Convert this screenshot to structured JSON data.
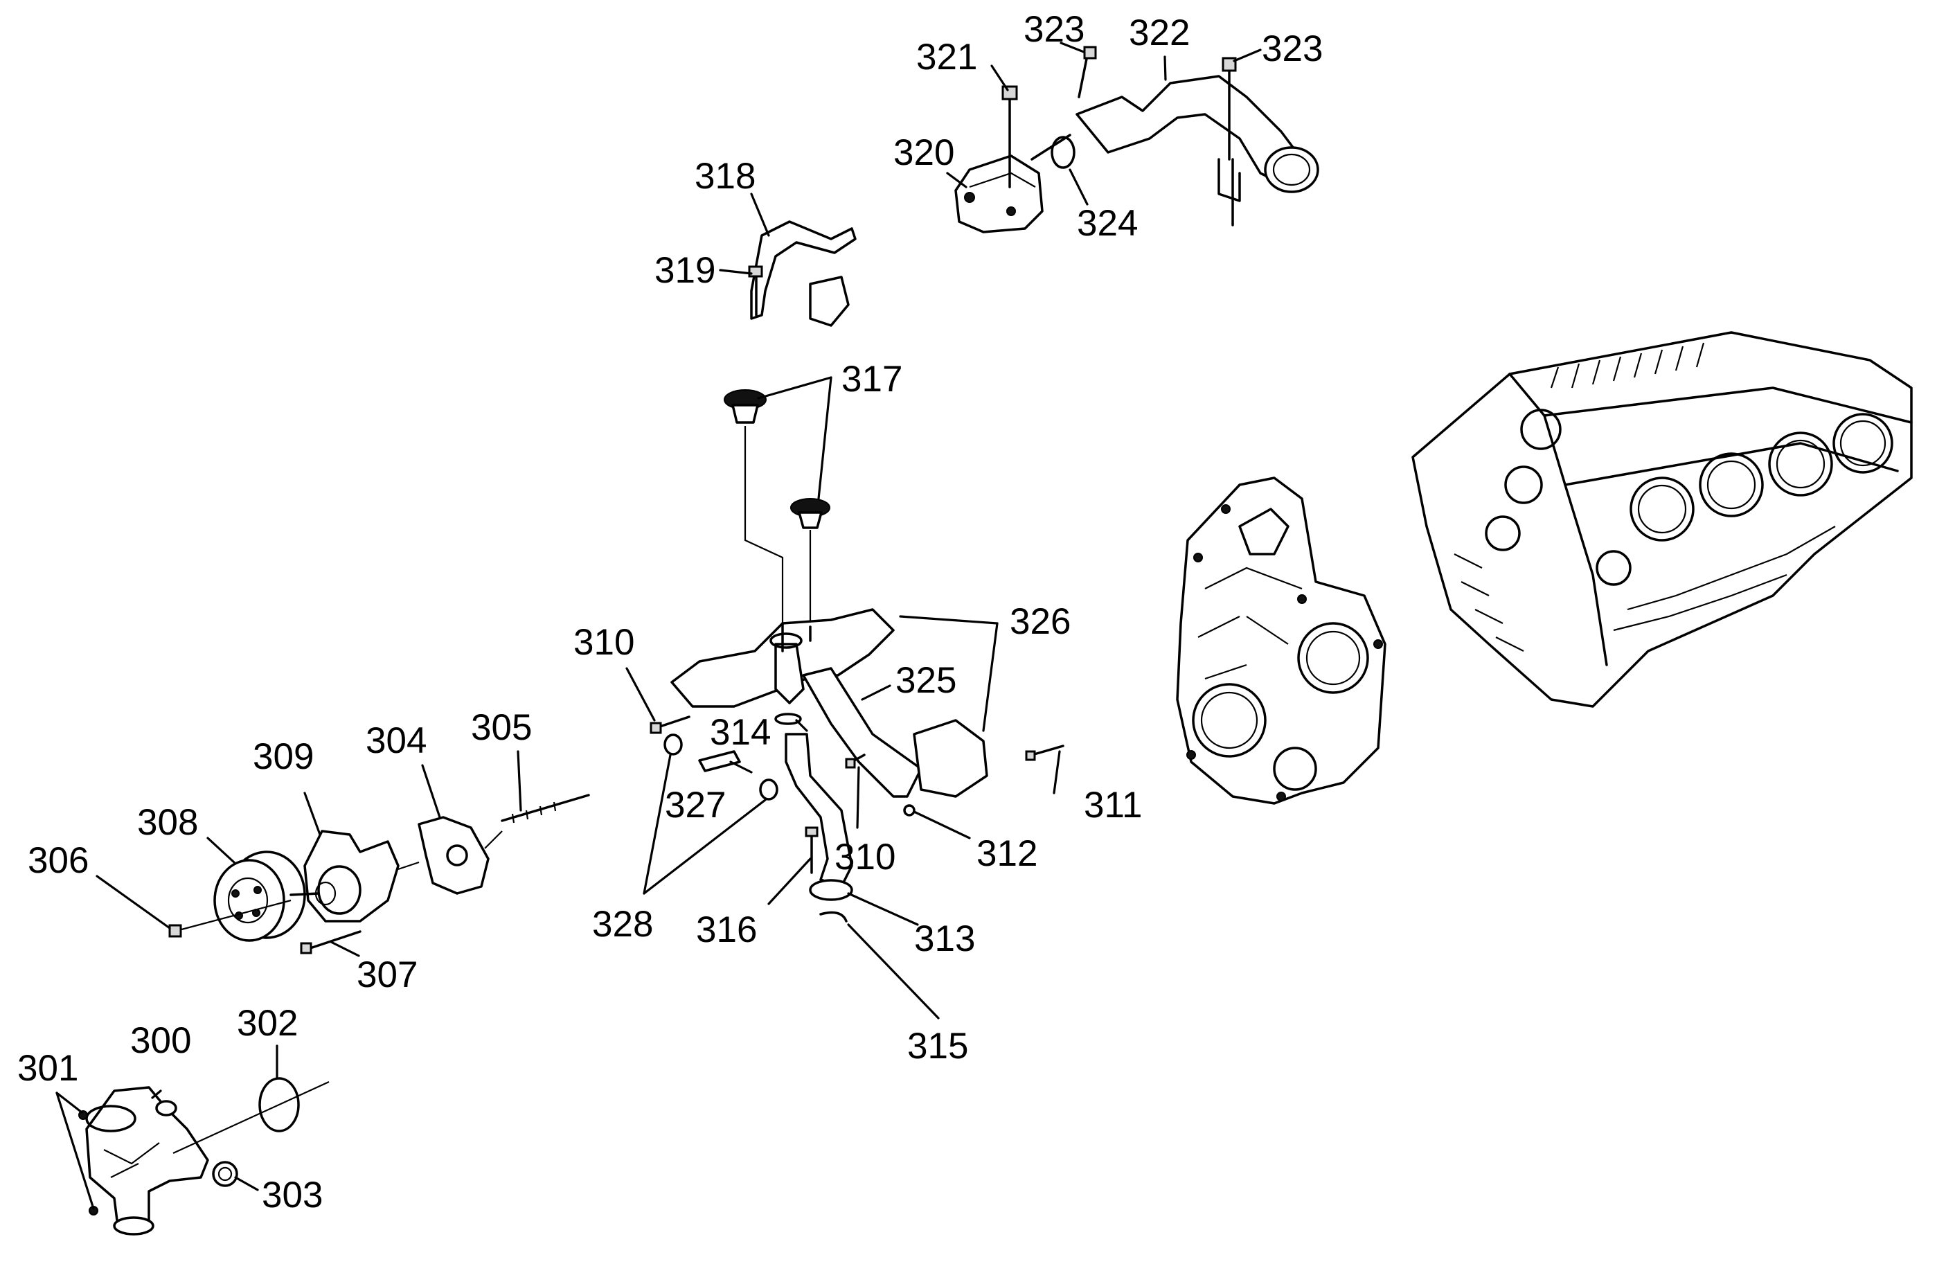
{
  "callouts": {
    "c300": "300",
    "c301": "301",
    "c302": "302",
    "c303": "303",
    "c304": "304",
    "c305": "305",
    "c306": "306",
    "c307": "307",
    "c308": "308",
    "c309": "309",
    "c310a": "310",
    "c310b": "310",
    "c311": "311",
    "c312": "312",
    "c313": "313",
    "c314": "314",
    "c315": "315",
    "c316": "316",
    "c317": "317",
    "c318": "318",
    "c319": "319",
    "c320": "320",
    "c321": "321",
    "c322": "322",
    "c323a": "323",
    "c323b": "323",
    "c324": "324",
    "c325": "325",
    "c326": "326",
    "c327": "327",
    "c328": "328"
  }
}
